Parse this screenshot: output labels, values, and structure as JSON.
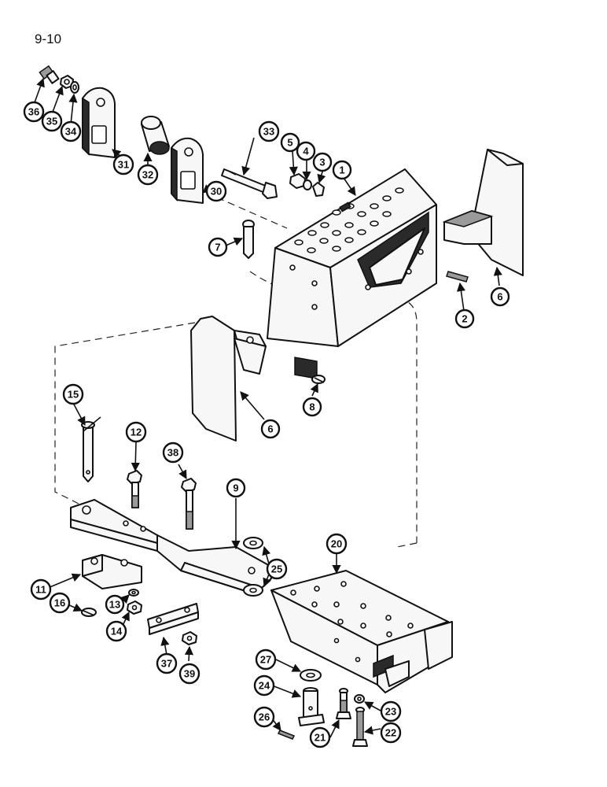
{
  "page_number": "9-10",
  "callouts": [
    "1",
    "2",
    "3",
    "4",
    "5",
    "6",
    "6",
    "7",
    "8",
    "9",
    "11",
    "12",
    "13",
    "14",
    "15",
    "16",
    "20",
    "21",
    "22",
    "23",
    "24",
    "25",
    "26",
    "27",
    "30",
    "31",
    "32",
    "33",
    "34",
    "35",
    "36",
    "37",
    "38",
    "39"
  ]
}
